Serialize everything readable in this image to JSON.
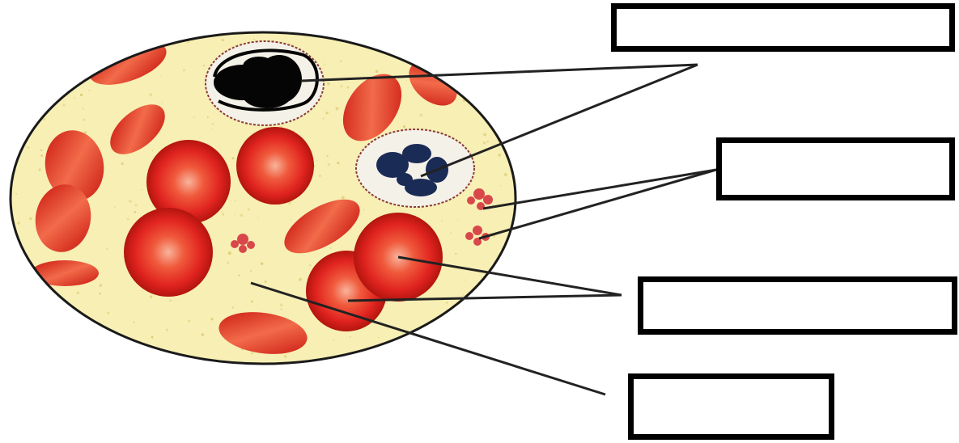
{
  "diagram": {
    "subject": "blood smear",
    "colors": {
      "plasma": "#f7efb4",
      "plasma_speckle": "#d9c86a",
      "red_cell": "#e0231f",
      "red_cell_center": "#f6a08e",
      "red_cell_dark": "#a8120e",
      "white_cell_nucleus_dark": "#050505",
      "white_cell_nucleus_blue": "#1a2b55",
      "platelet": "#d8484a",
      "outline": "#1a1a1a",
      "leader_line": "#222222",
      "label_border": "#000000"
    },
    "labels": [
      {
        "id": "white-blood-cells",
        "text": ""
      },
      {
        "id": "platelets",
        "text": ""
      },
      {
        "id": "red-blood-cells",
        "text": ""
      },
      {
        "id": "plasma",
        "text": ""
      }
    ]
  }
}
